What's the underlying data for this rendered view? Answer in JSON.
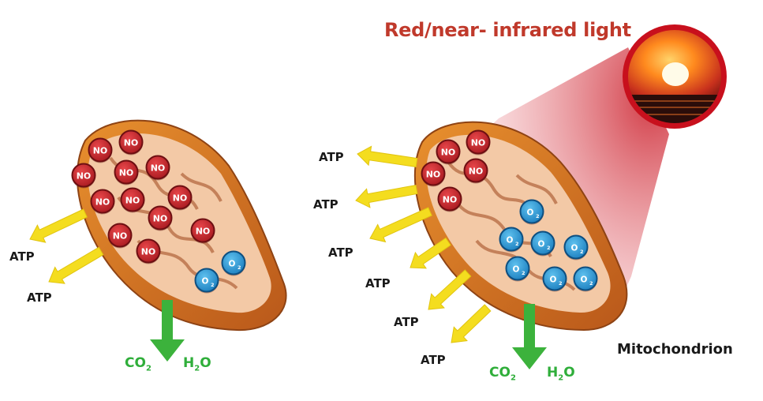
{
  "title": "Red/near- infrared light",
  "organelle_label": "Mitochondrion",
  "atp_label": "ATP",
  "no_label": "NO",
  "o2_label": "O",
  "o2_sub": "2",
  "products": [
    {
      "main": "CO",
      "sub": "2"
    },
    {
      "main": "H",
      "sub": "2",
      "tail": "O"
    }
  ],
  "colors": {
    "mito_outer": "#d8741f",
    "mito_inner": "#f3c9a6",
    "no_molecule": "#c8252b",
    "o2_molecule": "#2f9bd6",
    "atp_arrow": "#f4dd1f",
    "product_arrow": "#3cb23c",
    "light_beam": "#e13a44",
    "title": "#c0392b"
  },
  "icons": [
    "sunset-icon",
    "light-beam-icon",
    "mitochondrion-icon",
    "atp-arrow-icon",
    "down-arrow-icon"
  ],
  "scenes": {
    "without_light": {
      "no_count": 12,
      "o2_count": 2,
      "atp_count": 2
    },
    "with_light": {
      "no_count": 5,
      "o2_count": 7,
      "atp_count": 6
    }
  }
}
